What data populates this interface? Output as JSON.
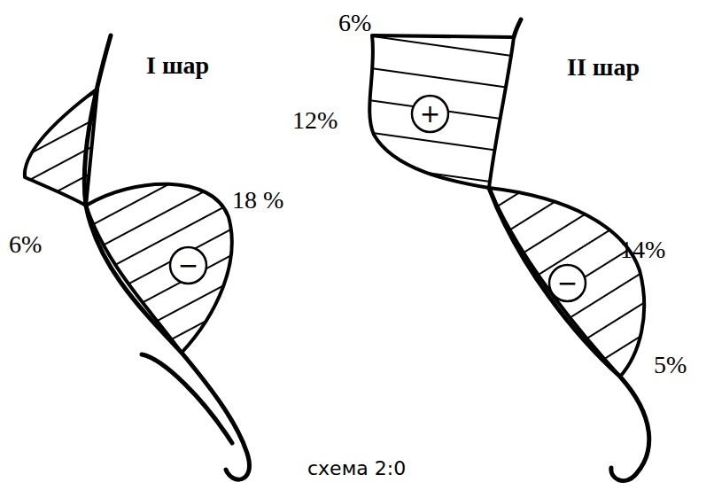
{
  "diagram": {
    "caption": "схема 2:0",
    "nodes": [
      {
        "text": [
          "−"
        ]
      },
      {
        "text": [
          "+"
        ]
      },
      {
        "text": [
          "−"
        ]
      }
    ],
    "labels": [
      "I шар",
      "6%",
      "18 %",
      "6%",
      "12%",
      "II шар",
      "14%",
      "5%"
    ]
  }
}
